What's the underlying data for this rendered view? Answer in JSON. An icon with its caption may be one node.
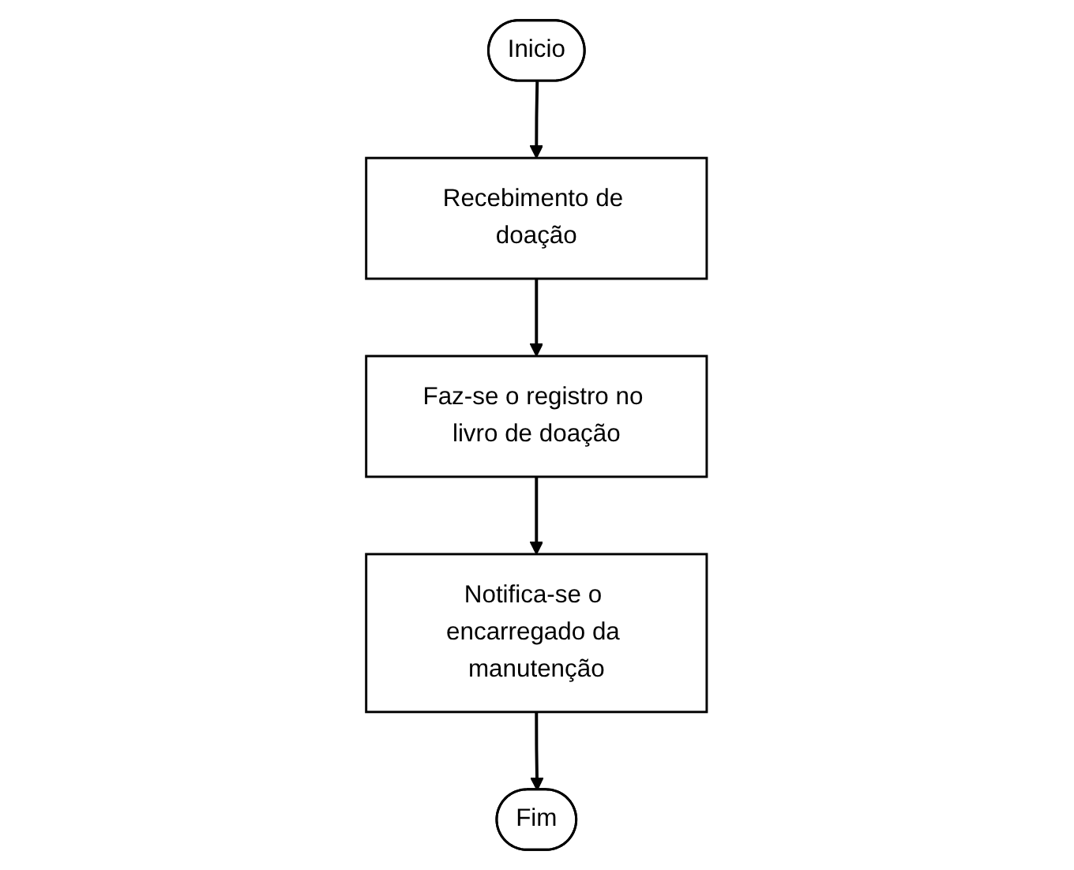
{
  "diagram": {
    "nodes": [
      {
        "text": [
          "Inicio"
        ]
      },
      {
        "text": [
          "Recebimento de doação"
        ]
      },
      {
        "text": [
          "Faz-se o registro no livro de doação"
        ]
      },
      {
        "text": [
          "Notifica-se o encarregado da manutenção"
        ]
      },
      {
        "text": [
          "Fim"
        ]
      }
    ],
    "edges": [
      {
        "from": 0,
        "to": 1,
        "arrow": "to"
      },
      {
        "from": 1,
        "to": 2,
        "arrow": "to"
      },
      {
        "from": 2,
        "to": 3,
        "arrow": "to"
      },
      {
        "from": 3,
        "to": 4,
        "arrow": "to"
      }
    ]
  }
}
